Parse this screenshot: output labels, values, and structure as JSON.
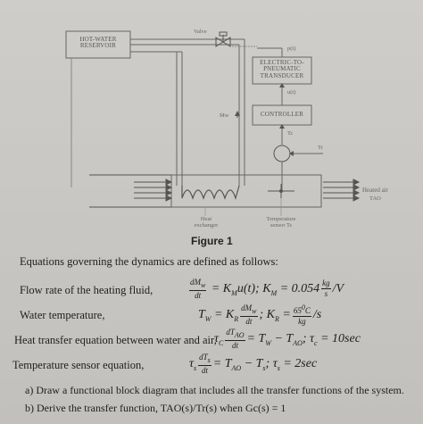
{
  "diagram": {
    "reservoir_label": "HOT-WATER\nRESERVOIR",
    "valve_label": "Valve",
    "pt_signal": "p(t)",
    "transducer_label": "ELECTRIC-TO-\nPNEUMATIC\nTRANSDUCER",
    "ut_signal": "u(t)",
    "controller_label": "CONTROLLER",
    "mw_label": "Ṁw",
    "tc_label": "Tc",
    "tr_label": "Tr",
    "heated_air_label": "Heated air",
    "tao_label": "TAO",
    "heat_exchanger_label": "Heat\nexchanger",
    "temp_sensor_label": "Temperature\nsensor Ts"
  },
  "figure_caption": "Figure 1",
  "intro": "Equations governing the dynamics are defined as follows:",
  "equations": [
    {
      "label": "Flow rate of the heating fluid,",
      "eq": "dMw/dt = KM u(t); KM = 0.054 kg/s /V"
    },
    {
      "label": "Water temperature,",
      "eq": "Tw = KR dMw/dt; KR = 65°C/kg /s"
    },
    {
      "label": "Heat transfer equation between water and air,",
      "eq": "τc dTAO/dt = Tw − TAO; τc = 10sec"
    },
    {
      "label": "Temperature sensor equation,",
      "eq": "τs dTs/dt = TAO − Ts; τs = 2sec"
    }
  ],
  "questions": [
    "a) Draw a functional block diagram that includes all the transfer functions of the system.",
    "b) Derive the transfer function, TAO(s)/Tr(s) when Gc(s) = 1"
  ]
}
